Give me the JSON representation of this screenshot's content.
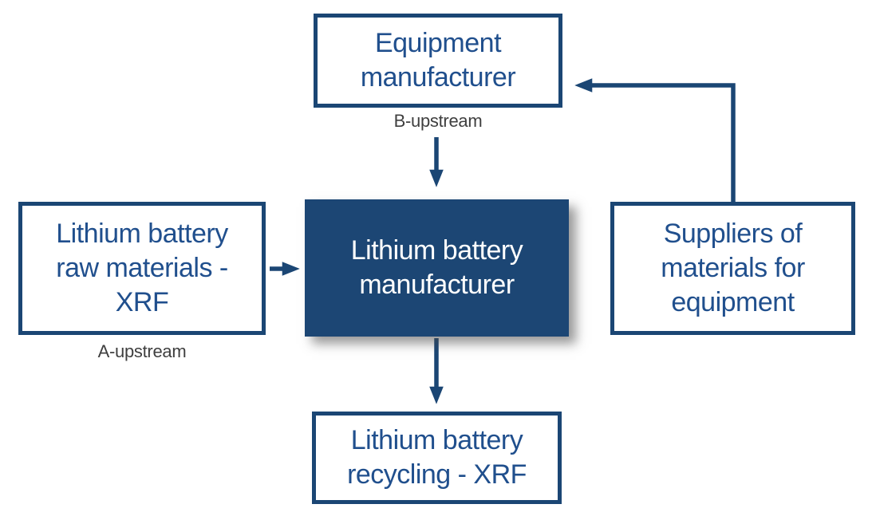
{
  "colors": {
    "navy": "#1b4674",
    "box_fill": "#1c4674",
    "text_blue": "#204f8d",
    "label_gray": "#3f3f3f",
    "background": "#ffffff"
  },
  "diagram": {
    "nodes": {
      "equipment": {
        "lines": [
          "Equipment",
          "manufacturer"
        ]
      },
      "manufacturer": {
        "lines": [
          "Lithium battery",
          "manufacturer"
        ]
      },
      "raw_materials": {
        "lines": [
          "Lithium battery",
          "raw materials -",
          "XRF"
        ]
      },
      "suppliers": {
        "lines": [
          "Suppliers of",
          "materials for",
          "equipment"
        ]
      },
      "recycling": {
        "lines": [
          "Lithium battery",
          "recycling - XRF"
        ]
      }
    },
    "captions": {
      "b_upstream": "B-upstream",
      "a_upstream": "A-upstream"
    },
    "edges": [
      {
        "from": "equipment",
        "to": "manufacturer"
      },
      {
        "from": "raw_materials",
        "to": "manufacturer"
      },
      {
        "from": "manufacturer",
        "to": "recycling"
      },
      {
        "from": "suppliers",
        "to": "equipment"
      }
    ]
  }
}
